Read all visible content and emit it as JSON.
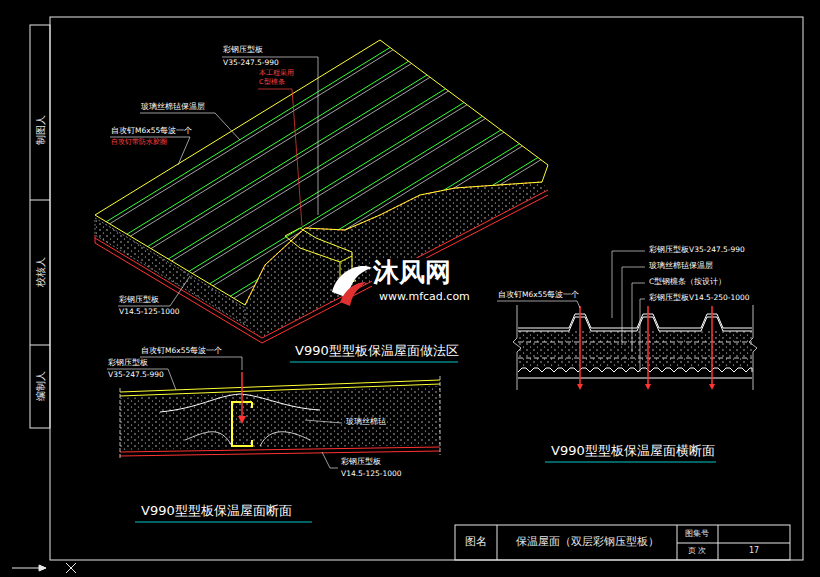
{
  "diagram": {
    "labels": [
      "彩钢压型板",
      "V35-247.5-990",
      "本工程采用",
      "C型檩条",
      "玻璃丝棉毡保温层",
      "自攻钉M6x55每波一个",
      "自攻钉带防水胶圈",
      "彩钢压型板",
      "V14.5-125-1000",
      "V990型型板保温屋面做法区",
      "自攻钉M6x55每波一个",
      "彩钢压型板",
      "V35-247.5-990",
      "玻璃丝棉毡",
      "彩钢压型板",
      "V14.5-125-1000",
      "V990型型板保温屋面断面",
      "彩钢压型板V35-247.5-990",
      "玻璃丝棉毡保温层",
      "C型钢檩条（按设计）",
      "彩钢压型板V14.5-250-1000",
      "自攻钉M6x55每波一个",
      "V990型型板保温屋面横断面",
      "制图人",
      "校核人",
      "编制人",
      "图名",
      "保温屋面（双层彩钢压型板）",
      "图集号",
      "页 次",
      "17",
      "沐风网",
      "www.mfcad.com"
    ]
  }
}
